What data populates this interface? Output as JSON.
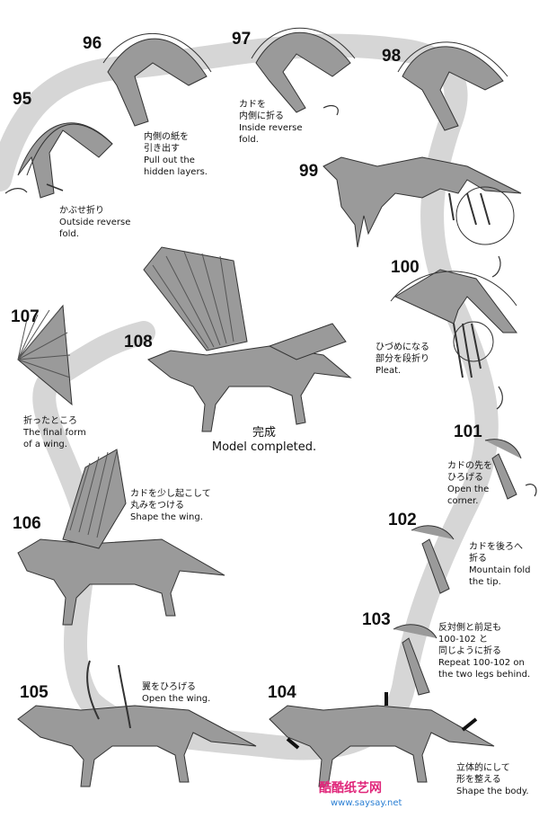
{
  "steps": [
    {
      "num": "95",
      "ja": "かぶせ折り",
      "en": [
        "Outside reverse",
        "fold."
      ]
    },
    {
      "num": "96",
      "ja": [
        "内側の紙を",
        "引き出す"
      ],
      "en": [
        "Pull out the",
        "hidden layers."
      ]
    },
    {
      "num": "97",
      "ja": [
        "カドを",
        "内側に折る"
      ],
      "en": [
        "Inside reverse",
        "fold."
      ]
    },
    {
      "num": "98"
    },
    {
      "num": "99"
    },
    {
      "num": "100",
      "ja": [
        "ひづめになる",
        "部分を段折り"
      ],
      "en": [
        "Pleat."
      ]
    },
    {
      "num": "101",
      "ja": [
        "カドの先を",
        "ひろげる"
      ],
      "en": [
        "Open the",
        "corner."
      ]
    },
    {
      "num": "102",
      "ja": [
        "カドを後ろへ",
        "折る"
      ],
      "en": [
        "Mountain fold",
        "the tip."
      ]
    },
    {
      "num": "103",
      "ja": [
        "反対側と前足も",
        "100-102 と",
        "同じように折る"
      ],
      "en": [
        "Repeat 100-102 on",
        "the two legs behind."
      ]
    },
    {
      "num": "104",
      "ja": [
        "立体的にして",
        "形を整える"
      ],
      "en": [
        "Shape the body."
      ]
    },
    {
      "num": "105",
      "ja": [
        "翼をひろげる"
      ],
      "en": [
        "Open the wing."
      ]
    },
    {
      "num": "106",
      "ja": [
        "カドを少し起こして",
        "丸みをつける"
      ],
      "en": [
        "Shape the wing."
      ]
    },
    {
      "num": "107",
      "ja": [
        "折ったところ"
      ],
      "en": [
        "The final form",
        "of a wing."
      ]
    },
    {
      "num": "108",
      "ja": "完成",
      "en": "Model completed."
    }
  ],
  "watermark": {
    "ja": "酷酷纸艺网",
    "url": "www.saysay.net"
  },
  "colors": {
    "paper": "#9a9a9a",
    "paperDark": "#6e6e6e",
    "path": "#d6d6d6",
    "ink": "#111111"
  }
}
